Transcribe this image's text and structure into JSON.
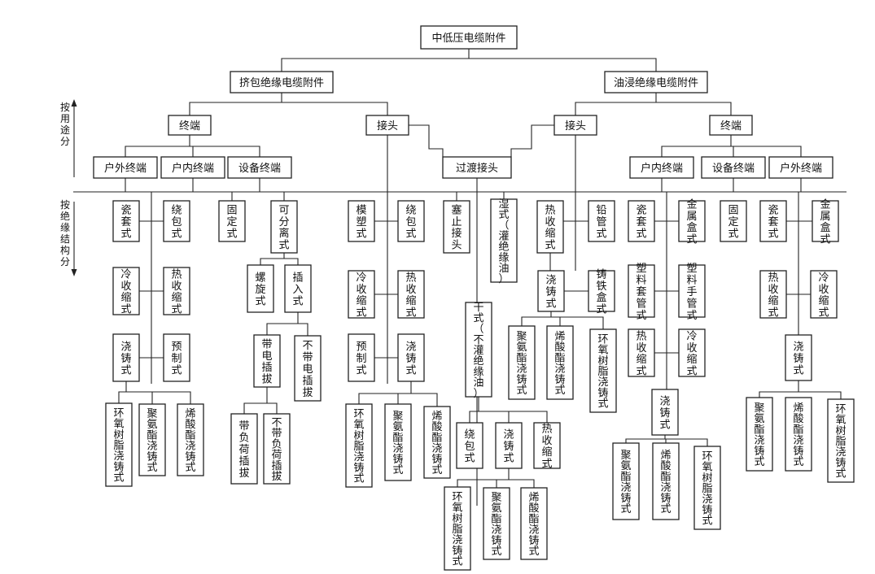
{
  "axis_labels": {
    "by_use": "按用途分",
    "by_insulation": "按绝缘结构分"
  },
  "nodes": {
    "root": "中低压电缆附件",
    "extruded": "挤包绝缘电缆附件",
    "oil": "油浸绝缘电缆附件",
    "ex_term": "终端",
    "ex_joint": "接头",
    "oil_joint": "接头",
    "oil_term": "终端",
    "ex_outdoor": "户外终端",
    "ex_indoor": "户内终端",
    "ex_equip": "设备终端",
    "transition": "过渡接头",
    "oil_indoor": "户内终端",
    "oil_equip": "设备终端",
    "oil_outdoor": "户外终端",
    "a_porcelain": "瓷套式",
    "a_wrap": "绕包式",
    "a_cold": "冷收缩式",
    "a_heat": "热收缩式",
    "a_cast": "浇铸式",
    "a_pre": "预制式",
    "a_epoxy": "环氧树脂浇铸式",
    "a_pu": "聚氨酯浇铸式",
    "a_acryl": "烯酸酯浇铸式",
    "b_fixed": "固定式",
    "b_sep": "可分离式",
    "b_screw": "螺旋式",
    "b_plug": "插入式",
    "b_live": "带电插拔",
    "b_nolive": "不带电插拔",
    "b_load": "带负荷插拔",
    "b_noload": "不带负荷插拔",
    "c_mold": "模塑式",
    "c_wrap": "绕包式",
    "c_cold": "冷收缩式",
    "c_heat": "热收缩式",
    "c_pre": "预制式",
    "c_cast": "浇铸式",
    "c_epoxy": "环氧树脂浇铸式",
    "c_pu": "聚氨酯浇铸式",
    "c_acryl": "烯酸酯浇铸式",
    "d_stop": "塞止接头",
    "d_wet": "湿式（灌绝缘油）",
    "d_dry": "干式（不灌绝缘油）",
    "d_wrap": "绕包式",
    "d_cast": "浇铸式",
    "d_heat": "热收缩式",
    "d_epoxy": "环氧树脂浇铸式",
    "d_pu": "聚氨酯浇铸式",
    "d_acryl": "烯酸酯浇铸式",
    "e_heat": "热收缩式",
    "e_lead": "铅管式",
    "e_cast": "浇铸式",
    "e_iron": "铸铁盒式",
    "e_pu": "聚氨酯浇铸式",
    "e_acryl": "烯酸酯浇铸式",
    "e_epoxy": "环氧树脂浇铸式",
    "f_porcelain": "瓷套式",
    "f_metal": "金属盒式",
    "f_plsleeve": "塑料套管式",
    "f_plhand": "塑料手管式",
    "f_heat": "热收缩式",
    "f_cold": "冷收缩式",
    "f_cast": "浇铸式",
    "f_pu": "聚氨酯浇铸式",
    "f_acryl": "烯酸酯浇铸式",
    "f_epoxy": "环氧树脂浇铸式",
    "g_fixed": "固定式",
    "h_porcelain": "瓷套式",
    "h_metal": "金属盒式",
    "h_heat": "热收缩式",
    "h_cold": "冷收缩式",
    "h_cast": "浇铸式",
    "h_pu": "聚氨酯浇铸式",
    "h_acryl": "烯酸酯浇铸式",
    "h_epoxy": "环氧树脂浇铸式"
  }
}
